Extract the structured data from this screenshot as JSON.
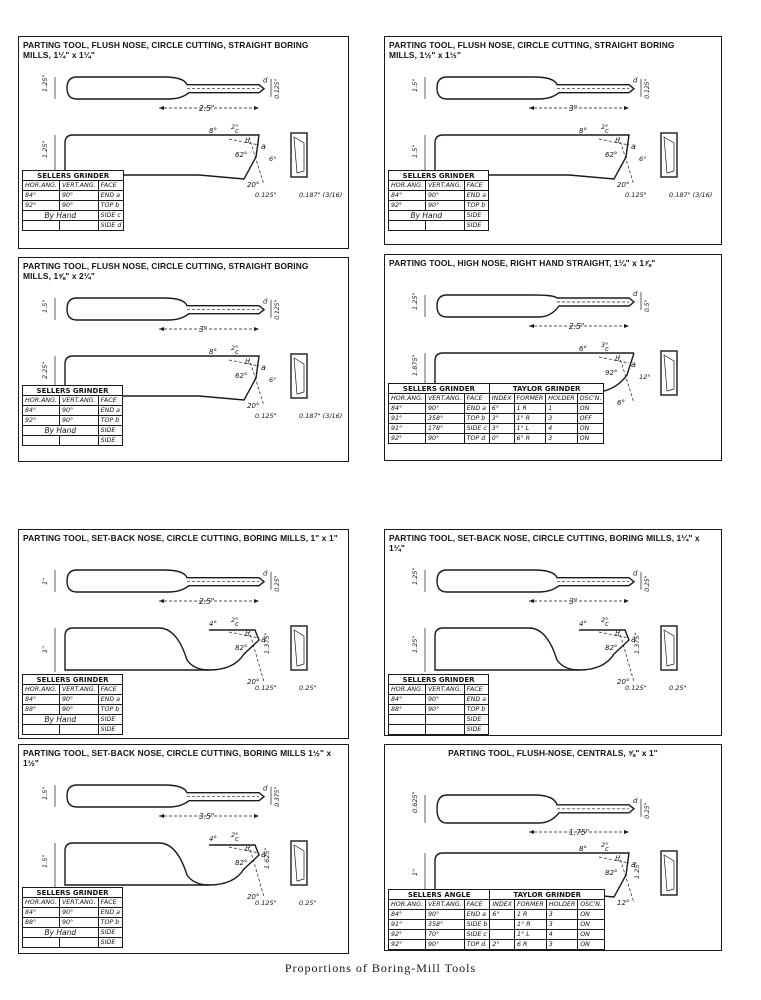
{
  "caption": "Proportions of Boring-Mill Tools",
  "panels": [
    {
      "title": "PARTING TOOL, FLUSH NOSE, CIRCLE CUTTING, STRAIGHT BORING\nMILLS, 1¼\" x 1¼\"",
      "labels": {
        "top_width": "1.25\"",
        "length": "2.5\"",
        "depth": "0.125\"",
        "side": "1.25\"",
        "a1": "8°",
        "a2": "2°",
        "a3": "62°",
        "a4": "20°",
        "a5": "6°",
        "clr": "0.125\"",
        "clr2": "0.187\" (3/16)",
        "face": "a",
        "b": "b",
        "c": "c",
        "d": "d"
      },
      "table": {
        "group": "SELLERS GRINDER",
        "headers": [
          "HOR.ANG.",
          "VERT.ANG.",
          "FACE"
        ],
        "rows": [
          [
            "84°",
            "90°",
            "END a"
          ],
          [
            "92°",
            "90°",
            "TOP b"
          ],
          [
            "By Hand",
            "",
            "SIDE c"
          ],
          [
            "",
            "",
            "SIDE d"
          ]
        ]
      }
    },
    {
      "title": "PARTING TOOL, FLUSH NOSE, CIRCLE CUTTING, STRAIGHT BORING\nMILLS, 1½\" x 1½\"",
      "labels": {
        "top_width": "1.5\"",
        "length": "3\"",
        "depth": "0.125\"",
        "side": "1.5\"",
        "a1": "8°",
        "a2": "2°",
        "a3": "62°",
        "a4": "20°",
        "a5": "6°",
        "clr": "0.125\"",
        "clr2": "0.187\" (3/16)",
        "face": "a",
        "b": "b",
        "c": "c",
        "d": "d"
      },
      "table": {
        "group": "SELLERS GRINDER",
        "headers": [
          "HOR.ANG.",
          "VERT.ANG.",
          "FACE"
        ],
        "rows": [
          [
            "84°",
            "90°",
            "END a"
          ],
          [
            "92°",
            "90°",
            "TOP b"
          ],
          [
            "By Hand",
            "",
            "SIDE"
          ],
          [
            "",
            "",
            "SIDE"
          ]
        ]
      }
    },
    {
      "title": "PARTING TOOL, FLUSH NOSE, CIRCLE CUTTING, STRAIGHT BORING\nMILLS, 1⅝\" x 2¼\"",
      "labels": {
        "top_width": "1.5\"",
        "length": "3\"",
        "depth": "0.125\"",
        "side": "2.25\"",
        "a1": "8°",
        "a2": "2°",
        "a3": "62°",
        "a4": "20°",
        "a5": "6°",
        "clr": "0.125\"",
        "clr2": "0.187\" (3/16)",
        "face": "a",
        "b": "b",
        "c": "c",
        "d": "d"
      },
      "table": {
        "group": "SELLERS GRINDER",
        "headers": [
          "HOR.ANG.",
          "VERT.ANG.",
          "FACE"
        ],
        "rows": [
          [
            "84°",
            "90°",
            "END a"
          ],
          [
            "92°",
            "90°",
            "TOP b"
          ],
          [
            "By Hand",
            "",
            "SIDE"
          ],
          [
            "",
            "",
            "SIDE"
          ]
        ]
      }
    },
    {
      "title": "PARTING TOOL, HIGH NOSE, RIGHT HAND STRAIGHT, 1¼\" x 1⅞\"",
      "labels": {
        "top_width": "1.25\"",
        "length": "2.5\"",
        "depth": "0.5\"",
        "side": "1.875\"",
        "a1": "6°",
        "a2": "3°",
        "a3": "92°",
        "a4": "6°",
        "a5": "12°",
        "clr": "",
        "clr2": "",
        "face": "a",
        "b": "b",
        "c": "c",
        "d": "d"
      },
      "table": {
        "group": "SELLERS GRINDER",
        "group2": "TAYLOR GRINDER",
        "headers": [
          "HOR.ANG.",
          "VERT.ANG.",
          "FACE",
          "INDEX",
          "FORMER",
          "HOLDER",
          "OSC'N."
        ],
        "rows": [
          [
            "84°",
            "90°",
            "END a",
            "6°",
            "1 R",
            "1",
            "ON"
          ],
          [
            "91°",
            "358°",
            "TOP b",
            "3°",
            "1° R",
            "3",
            "OFF"
          ],
          [
            "91°",
            "178°",
            "SIDE c",
            "3°",
            "1° L",
            "4",
            "ON"
          ],
          [
            "92°",
            "90°",
            "TOP d",
            "0°",
            "6° R",
            "3",
            "ON"
          ]
        ]
      }
    },
    {
      "title": "PARTING TOOL, SET-BACK NOSE, CIRCLE CUTTING, BORING MILLS, 1\" x 1\"",
      "labels": {
        "top_width": "1\"",
        "length": "2.5\"",
        "depth": "0.25\"",
        "side": "1\"",
        "a1": "4°",
        "a2": "2°",
        "a3": "82°",
        "a4": "20°",
        "a5": "1.375\"",
        "clr": "0.125\"",
        "clr2": "0.25\"",
        "face": "a",
        "b": "b",
        "c": "c",
        "d": "d"
      },
      "table": {
        "group": "SELLERS GRINDER",
        "headers": [
          "HOR.ANG.",
          "VERT.ANG.",
          "FACE"
        ],
        "rows": [
          [
            "84°",
            "90°",
            "END a"
          ],
          [
            "88°",
            "90°",
            "TOP b"
          ],
          [
            "By Hand",
            "",
            "SIDE"
          ],
          [
            "",
            "",
            "SIDE"
          ]
        ]
      }
    },
    {
      "title": "PARTING TOOL, SET-BACK NOSE, CIRCLE CUTTING, BORING MILLS, 1¼\" x 1¼\"",
      "labels": {
        "top_width": "1.25\"",
        "length": "3\"",
        "depth": "0.25\"",
        "side": "1.25\"",
        "a1": "4°",
        "a2": "2°",
        "a3": "82°",
        "a4": "20°",
        "a5": "1.375\"",
        "clr": "0.125\"",
        "clr2": "0.25\"",
        "face": "a",
        "b": "b",
        "c": "c",
        "d": "d"
      },
      "table": {
        "group": "SELLERS GRINDER",
        "headers": [
          "HOR.ANG.",
          "VERT.ANG.",
          "FACE"
        ],
        "rows": [
          [
            "84°",
            "90°",
            "END a"
          ],
          [
            "88°",
            "90°",
            "TOP b"
          ],
          [
            "",
            "",
            "SIDE"
          ],
          [
            "",
            "",
            "SIDE"
          ]
        ]
      }
    },
    {
      "title": "PARTING TOOL, SET-BACK NOSE, CIRCLE CUTTING, BORING MILLS 1½\" x 1½\"",
      "labels": {
        "top_width": "1.5\"",
        "length": "3.5\"",
        "depth": "0.375\"",
        "side": "1.5\"",
        "a1": "4°",
        "a2": "2°",
        "a3": "82°",
        "a4": "20°",
        "a5": "1.625\"",
        "clr": "0.125\"",
        "clr2": "0.25\"",
        "face": "a",
        "b": "b",
        "c": "c",
        "d": "d"
      },
      "table": {
        "group": "SELLERS GRINDER",
        "headers": [
          "HOR.ANG.",
          "VERT.ANG.",
          "FACE"
        ],
        "rows": [
          [
            "84°",
            "90°",
            "END a"
          ],
          [
            "88°",
            "90°",
            "TOP b"
          ],
          [
            "By Hand",
            "",
            "SIDE"
          ],
          [
            "",
            "",
            "SIDE"
          ]
        ]
      }
    },
    {
      "title": "PARTING TOOL, FLUSH-NOSE, CENTRALS, ⅝\" x 1\"",
      "labels": {
        "top_width": "0.625\"",
        "length": "1.75\"",
        "depth": "0.25\"",
        "side": "1\"",
        "a1": "8°",
        "a2": "2°",
        "a3": "82°",
        "a4": "12°",
        "a5": "1.25\"",
        "clr": "",
        "clr2": "",
        "face": "a",
        "b": "b",
        "c": "c",
        "d": "d"
      },
      "table": {
        "group": "SELLERS ANGLE",
        "group2": "TAYLOR GRINDER",
        "headers": [
          "HOR.ANG.",
          "VERT.ANG.",
          "FACE",
          "INDEX",
          "FORMER",
          "HOLDER",
          "OSC'N."
        ],
        "rows": [
          [
            "84°",
            "90°",
            "END a",
            "6°",
            "1 R",
            "3",
            "ON"
          ],
          [
            "91°",
            "358°",
            "SIDE b",
            "",
            "1° R",
            "3",
            "ON"
          ],
          [
            "92°",
            "70°",
            "SIDE c",
            "",
            "1° L",
            "4",
            "ON"
          ],
          [
            "92°",
            "90°",
            "TOP d",
            "2°",
            "6 R",
            "3",
            "ON"
          ]
        ]
      }
    }
  ]
}
